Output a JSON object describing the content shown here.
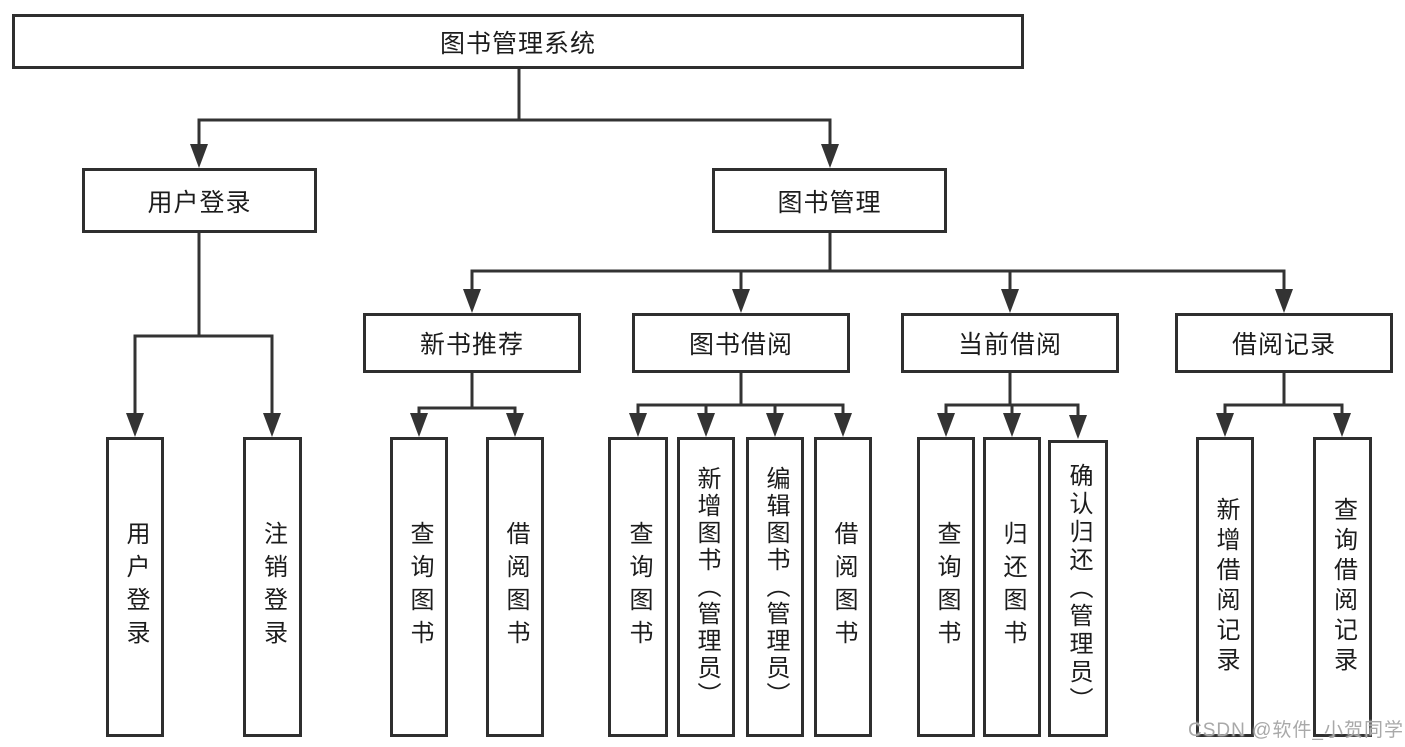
{
  "tree": {
    "root": {
      "label": "图书管理系统"
    },
    "branches": [
      {
        "label": "用户登录",
        "children": [
          {
            "label": "用户登录"
          },
          {
            "label": "注销登录"
          }
        ]
      },
      {
        "label": "图书管理",
        "children": [
          {
            "label": "新书推荐",
            "children": [
              {
                "label": "查询图书"
              },
              {
                "label": "借阅图书"
              }
            ]
          },
          {
            "label": "图书借阅",
            "children": [
              {
                "label": "查询图书"
              },
              {
                "label": "新增图书（管理员）"
              },
              {
                "label": "编辑图书（管理员）"
              },
              {
                "label": "借阅图书"
              }
            ]
          },
          {
            "label": "当前借阅",
            "children": [
              {
                "label": "查询图书"
              },
              {
                "label": "归还图书"
              },
              {
                "label": "确认归还（管理员）"
              }
            ]
          },
          {
            "label": "借阅记录",
            "children": [
              {
                "label": "新增借阅记录"
              },
              {
                "label": "查询借阅记录"
              }
            ]
          }
        ]
      }
    ]
  },
  "watermark": "CSDN @软件_小贺同学",
  "colors": {
    "line": "#333333",
    "border": "#2f2f2f",
    "text": "#1c1c1c",
    "background": "#ffffff",
    "watermark": "#a9a9a9"
  }
}
